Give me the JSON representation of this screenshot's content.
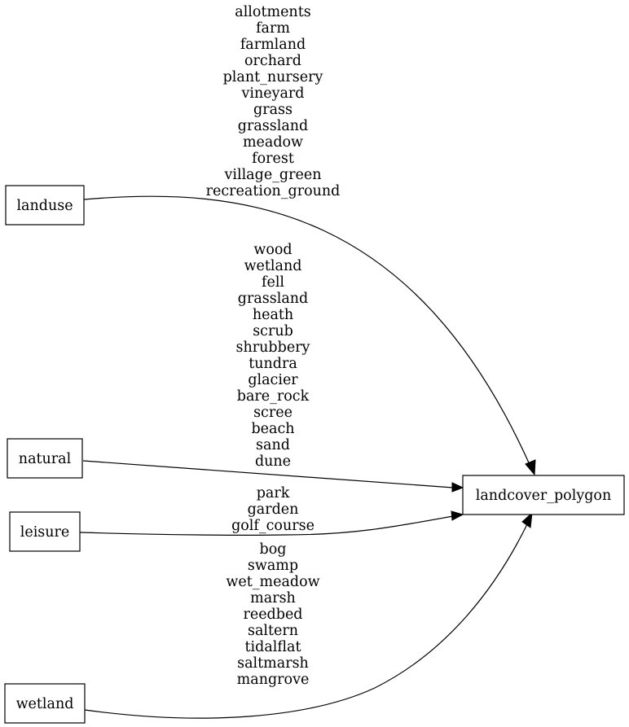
{
  "nodes": {
    "landuse": "landuse",
    "natural": "natural",
    "leisure": "leisure",
    "wetland": "wetland",
    "target": "landcover_polygon"
  },
  "edges": {
    "landuse": [
      "allotments",
      "farm",
      "farmland",
      "orchard",
      "plant_nursery",
      "vineyard",
      "grass",
      "grassland",
      "meadow",
      "forest",
      "village_green",
      "recreation_ground"
    ],
    "natural": [
      "wood",
      "wetland",
      "fell",
      "grassland",
      "heath",
      "scrub",
      "shrubbery",
      "tundra",
      "glacier",
      "bare_rock",
      "scree",
      "beach",
      "sand",
      "dune"
    ],
    "leisure": [
      "park",
      "garden",
      "golf_course"
    ],
    "wetland": [
      "bog",
      "swamp",
      "wet_meadow",
      "marsh",
      "reedbed",
      "saltern",
      "tidalflat",
      "saltmarsh",
      "mangrove"
    ]
  }
}
